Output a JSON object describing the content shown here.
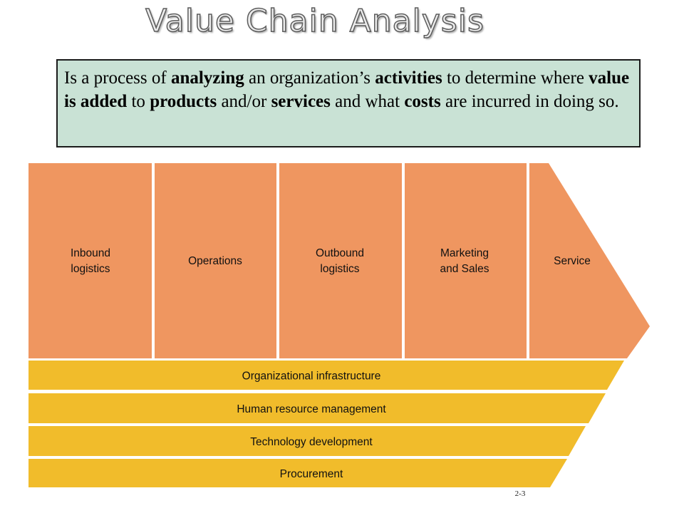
{
  "slide": {
    "title": "Value Chain Analysis",
    "page_number": "2-3"
  },
  "definition": {
    "segments": [
      {
        "text": "Is a process of ",
        "bold": false
      },
      {
        "text": "analyzing",
        "bold": true
      },
      {
        "text": " an organization’s ",
        "bold": false
      },
      {
        "text": "activities",
        "bold": true
      },
      {
        "text": " to determine where ",
        "bold": false
      },
      {
        "text": "value is added",
        "bold": true
      },
      {
        "text": " to ",
        "bold": false
      },
      {
        "text": "products",
        "bold": true
      },
      {
        "text": " and/or ",
        "bold": false
      },
      {
        "text": "services",
        "bold": true
      },
      {
        "text": " and what ",
        "bold": false
      },
      {
        "text": "costs",
        "bold": true
      },
      {
        "text": " are incurred in doing so.",
        "bold": false
      }
    ]
  },
  "diagram": {
    "primary_activities": [
      {
        "label": "Inbound\nlogistics",
        "name": "inbound-logistics"
      },
      {
        "label": "Operations",
        "name": "operations"
      },
      {
        "label": "Outbound\nlogistics",
        "name": "outbound-logistics"
      },
      {
        "label": "Marketing\nand Sales",
        "name": "marketing-and-sales"
      },
      {
        "label": "Service",
        "name": "service"
      }
    ],
    "support_activities": [
      {
        "label": "Organizational infrastructure",
        "name": "organizational-infrastructure"
      },
      {
        "label": "Human resource management",
        "name": "human-resource-management"
      },
      {
        "label": "Technology development",
        "name": "technology-development"
      },
      {
        "label": "Procurement",
        "name": "procurement"
      }
    ],
    "colors": {
      "primary_fill": "#ef9660",
      "support_fill": "#f1bc2b",
      "divider": "#ffffff"
    }
  }
}
